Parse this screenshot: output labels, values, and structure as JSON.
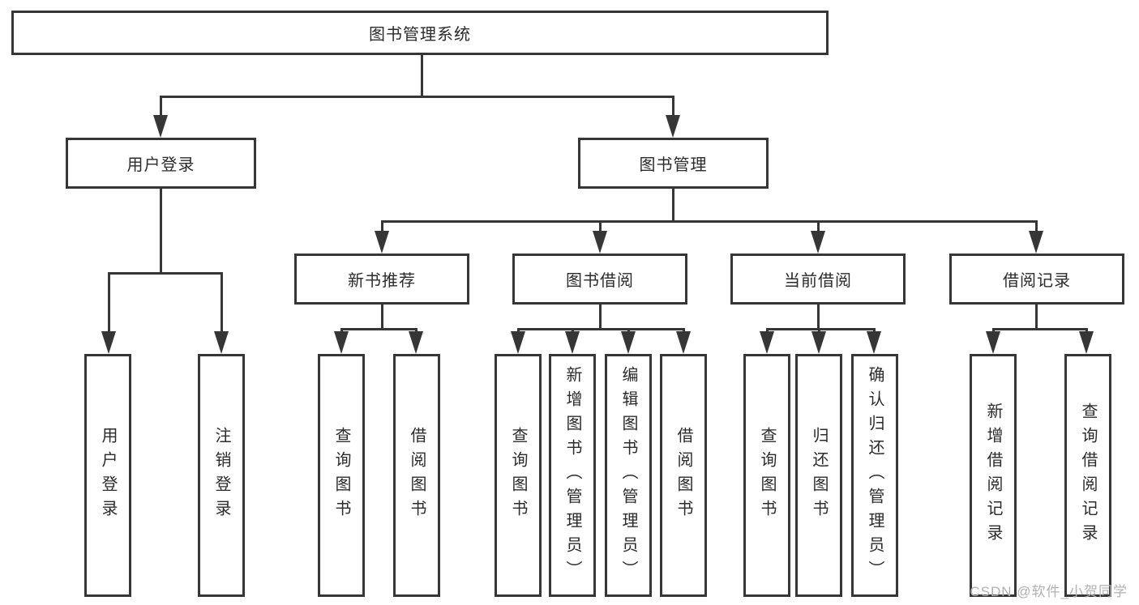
{
  "diagram": {
    "title": "图书管理系统",
    "branches": {
      "user_login": {
        "label": "用户登录",
        "children": [
          "用户登录",
          "注销登录"
        ]
      },
      "book_mgmt": {
        "label": "图书管理",
        "sections": [
          {
            "label": "新书推荐",
            "children": [
              "查询图书",
              "借阅图书"
            ]
          },
          {
            "label": "图书借阅",
            "children": [
              "查询图书",
              "新增图书（管理员）",
              "编辑图书（管理员）",
              "借阅图书"
            ]
          },
          {
            "label": "当前借阅",
            "children": [
              "查询图书",
              "归还图书",
              "确认归还（管理员）"
            ]
          },
          {
            "label": "借阅记录",
            "children": [
              "新增借阅记录",
              "查询借阅记录"
            ]
          }
        ]
      }
    }
  },
  "watermark": "CSDN @软件_小贺同学",
  "colors": {
    "line": "#363636",
    "text": "#2b2b2b",
    "watermark": "#b1b1b1",
    "background": "#ffffff"
  }
}
